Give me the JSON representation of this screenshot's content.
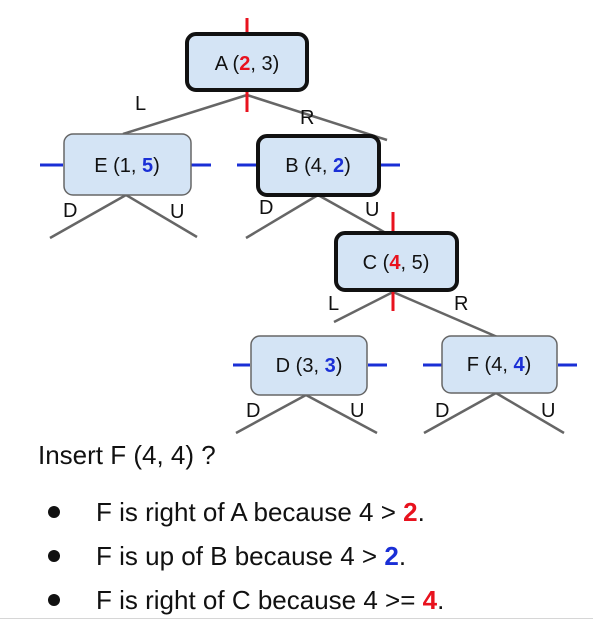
{
  "colors": {
    "node_fill": "#d4e4f5",
    "red": "#e8121e",
    "blue": "#1a2fd6",
    "line": "#666666"
  },
  "nodes": {
    "A": {
      "prefix": "A (",
      "highlight": "2",
      "mid": ", ",
      "tail": "3",
      "end": ")",
      "highlight_color": "red",
      "highlight_first": true
    },
    "E": {
      "prefix": "E (",
      "head": "1",
      "mid": ", ",
      "highlight": "5",
      "end": ")",
      "highlight_color": "blue",
      "highlight_first": false
    },
    "B": {
      "prefix": "B (",
      "head": "4",
      "mid": ", ",
      "highlight": "2",
      "end": ")",
      "highlight_color": "blue",
      "highlight_first": false
    },
    "C": {
      "prefix": "C (",
      "highlight": "4",
      "mid": ", ",
      "tail": "5",
      "end": ")",
      "highlight_color": "red",
      "highlight_first": true
    },
    "D": {
      "prefix": "D (",
      "head": "3",
      "mid": ", ",
      "highlight": "3",
      "end": ")",
      "highlight_color": "blue",
      "highlight_first": false
    },
    "F": {
      "prefix": "F (",
      "head": "4",
      "mid": ", ",
      "highlight": "4",
      "end": ")",
      "highlight_color": "blue",
      "highlight_first": false
    }
  },
  "edge_labels": {
    "a_left": "L",
    "a_right": "R",
    "e_down": "D",
    "e_up": "U",
    "b_down": "D",
    "b_up": "U",
    "c_left": "L",
    "c_right": "R",
    "d_down": "D",
    "d_up": "U",
    "f_down": "D",
    "f_up": "U"
  },
  "caption": "Insert F (4, 4) ?",
  "bullets": [
    {
      "text": "F is right of A because 4 > ",
      "value": "2",
      "end": ".",
      "color": "red"
    },
    {
      "text": "F is up of B because 4 > ",
      "value": "2",
      "end": ".",
      "color": "blue"
    },
    {
      "text": "F is right of C because 4 >= ",
      "value": "4",
      "end": ".",
      "color": "red"
    }
  ]
}
